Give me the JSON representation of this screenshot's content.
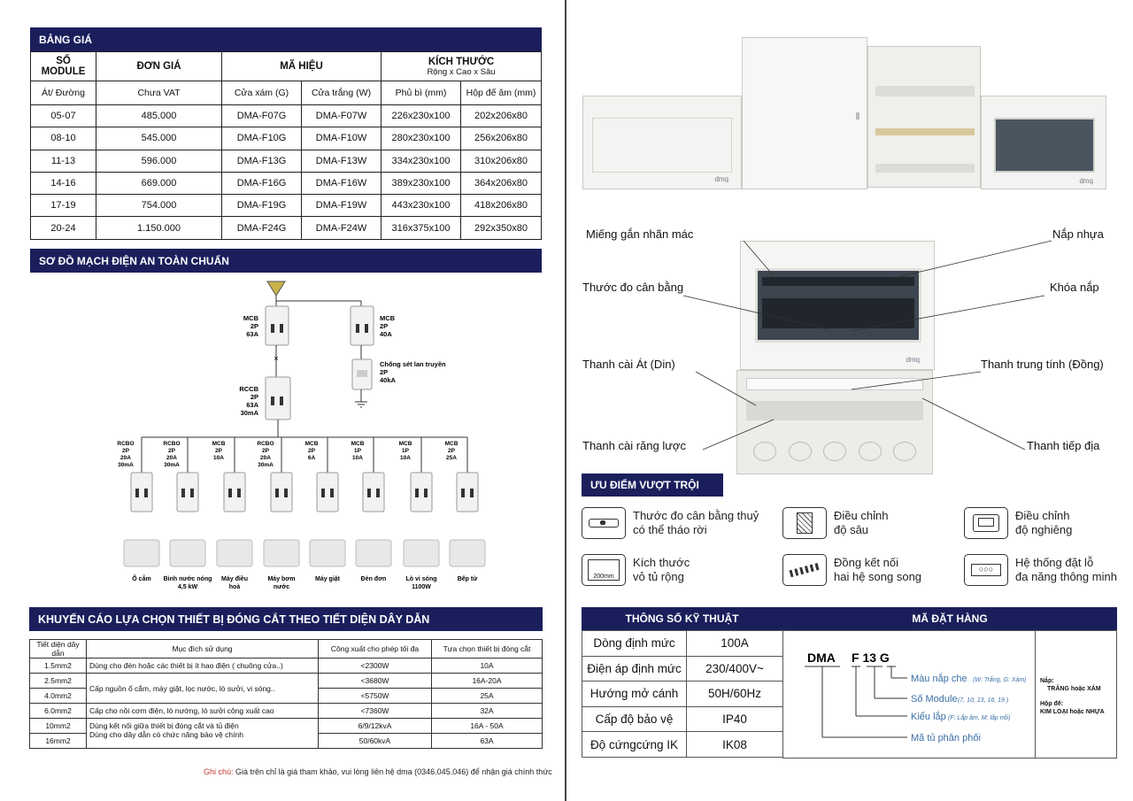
{
  "price": {
    "header": "BẢNG GIÁ",
    "col_module": "SỐ MODULE",
    "col_price": "ĐƠN GIÁ",
    "col_code": "MÃ HIỆU",
    "col_size": "KÍCH THƯỚC",
    "col_size_sub": "Rộng x Cao x Sâu",
    "sub_module": "Át/ Đường",
    "sub_price": "Chưa VAT",
    "sub_grey": "Cửa xám (G)",
    "sub_white": "Cửa trắng (W)",
    "sub_surface": "Phủ bì (mm)",
    "sub_flush": "Hộp đế âm (mm)",
    "rows": [
      [
        "05-07",
        "485.000",
        "DMA-F07G",
        "DMA-F07W",
        "226x230x100",
        "202x206x80"
      ],
      [
        "08-10",
        "545.000",
        "DMA-F10G",
        "DMA-F10W",
        "280x230x100",
        "256x206x80"
      ],
      [
        "11-13",
        "596.000",
        "DMA-F13G",
        "DMA-F13W",
        "334x230x100",
        "310x206x80"
      ],
      [
        "14-16",
        "669.000",
        "DMA-F16G",
        "DMA-F16W",
        "389x230x100",
        "364x206x80"
      ],
      [
        "17-19",
        "754.000",
        "DMA-F19G",
        "DMA-F19W",
        "443x230x100",
        "418x206x80"
      ],
      [
        "20-24",
        "1.150.000",
        "DMA-F24G",
        "DMA-F24W",
        "316x375x100",
        "292x350x80"
      ]
    ]
  },
  "circuit": {
    "header": "SƠ ĐỒ MẠCH ĐIỆN AN TOÀN CHUẨN",
    "mcb_main": [
      "MCB",
      "2P",
      "63A"
    ],
    "mcb_side": [
      "MCB",
      "2P",
      "40A"
    ],
    "spd": [
      "Chống sét lan truyền",
      "2P",
      "40kA"
    ],
    "rccb": [
      "RCCB",
      "2P",
      "63A",
      "30mA"
    ],
    "branches": [
      [
        "RCBO",
        "2P",
        "20A",
        "30mA"
      ],
      [
        "RCBO",
        "2P",
        "20A",
        "30mA"
      ],
      [
        "MCB",
        "2P",
        "10A"
      ],
      [
        "RCBO",
        "2P",
        "20A",
        "30mA"
      ],
      [
        "MCB",
        "2P",
        "6A"
      ],
      [
        "MCB",
        "1P",
        "10A"
      ],
      [
        "MCB",
        "1P",
        "10A"
      ],
      [
        "MCB",
        "2P",
        "25A"
      ]
    ],
    "devices": [
      "Ổ cắm",
      "Bình nước nóng 4,5 kW",
      "Máy điều hoà",
      "Máy bơm nước",
      "Máy giặt",
      "Đèn đơn",
      "Lò vi sóng 1100W",
      "Bếp từ"
    ]
  },
  "rec": {
    "header": "KHUYẾN CÁO LỰA CHỌN THIẾT BỊ ĐÓNG CẮT THEO TIẾT DIỆN DÂY DẪN",
    "cols": [
      "Tiết diện dây dẫn",
      "Mục đích sử dụng",
      "Công xuất cho phép tối đa",
      "Tựa chọn thiết bị đóng cắt"
    ],
    "rows": [
      {
        "size": "1.5mm2",
        "purpose": "Dùng cho đèn hoặc các thiết bị ít hao điện ( chuông cửa..)",
        "power": "<2300W",
        "device": "10A"
      },
      {
        "size": "2.5mm2",
        "purpose": "Cấp nguồn ổ cắm, máy giặt, lọc nước, lò sưởi, vi sóng..",
        "power": "<3680W",
        "device": "16A-20A"
      },
      {
        "size": "4.0mm2",
        "purpose": "",
        "power": "<5750W",
        "device": "25A"
      },
      {
        "size": "6.0mm2",
        "purpose": "Cấp cho nồi cơm điện, lò nướng, lò sưởi công xuất cao",
        "power": "<7360W",
        "device": "32A"
      },
      {
        "size": "10mm2",
        "purpose": "Dùng kết nối giữa thiết bị đóng cắt và tủ điện",
        "power": "6/9/12kvA",
        "device": "16A - 50A"
      },
      {
        "size": "16mm2",
        "purpose": "Dùng cho dây dẫn có chức năng bảo vệ chính",
        "power": "50/60kvA",
        "device": "63A"
      }
    ],
    "note_label": "Ghi chú:",
    "note_text": "Giá trên chỉ là giá tham khảo, vui lòng liên hệ dma (0346.045.046) để nhận giá chính thức"
  },
  "parts": {
    "label_tag": "Miếng gắn nhãn mác",
    "cover": "Nắp nhựa",
    "level": "Thước đo cân bằng",
    "lock": "Khóa nắp",
    "din": "Thanh cài Át (Din)",
    "neutral": "Thanh trung tính (Đồng)",
    "comb": "Thanh cài răng lược",
    "earth": "Thanh tiếp địa",
    "brand": "dmq"
  },
  "adv": {
    "header": "ƯU ĐIỂM VƯỢT TRỘI",
    "items": [
      {
        "l1": "Thước đo cân bằng thuỷ",
        "l2": "có thể tháo rời",
        "icon": "level-icon"
      },
      {
        "l1": "Điều chỉnh",
        "l2": "độ sâu",
        "icon": "depth-icon"
      },
      {
        "l1": "Điều chỉnh",
        "l2": "độ nghiêng",
        "icon": "tilt-icon"
      },
      {
        "l1": "Kích thước",
        "l2": "vỏ tủ rộng",
        "icon": "size-icon",
        "badge": "200mm"
      },
      {
        "l1": "Đồng kết nối",
        "l2": "hai hệ song song",
        "icon": "busbar-icon"
      },
      {
        "l1": "Hệ thống đặt lỗ",
        "l2": "đa năng thông minh",
        "icon": "holes-icon"
      }
    ]
  },
  "spec": {
    "header": "THÔNG SỐ KỸ THUẬT",
    "rows": [
      [
        "Dòng định mức",
        "100A"
      ],
      [
        "Điện áp định mức",
        "230/400V~"
      ],
      [
        "Hướng mở cánh",
        "50H/60Hz"
      ],
      [
        "Cấp độ bảo vệ",
        "IP40"
      ],
      [
        "Độ cứngcứng IK",
        "IK08"
      ]
    ]
  },
  "order": {
    "header": "MÃ ĐẶT HÀNG",
    "code_a": "DMA",
    "code_b": "F 13 G",
    "color": "Màu nắp che",
    "color_hint": "(W: Trắng, G: Xám)",
    "module": "Số Module",
    "module_hint": "(7, 10, 13, 16, 19 )",
    "mount": "Kiểu lắp",
    "mount_hint": "(F: Lắp âm, M: lắp nổi)",
    "dist": "Mã tủ phân phối",
    "cover_label": "Nắp:",
    "cover_val": "TRẮNG hoặc XÁM",
    "box_label": "Hộp đế:",
    "box_val": "KIM LOẠI hoặc NHỰA"
  }
}
